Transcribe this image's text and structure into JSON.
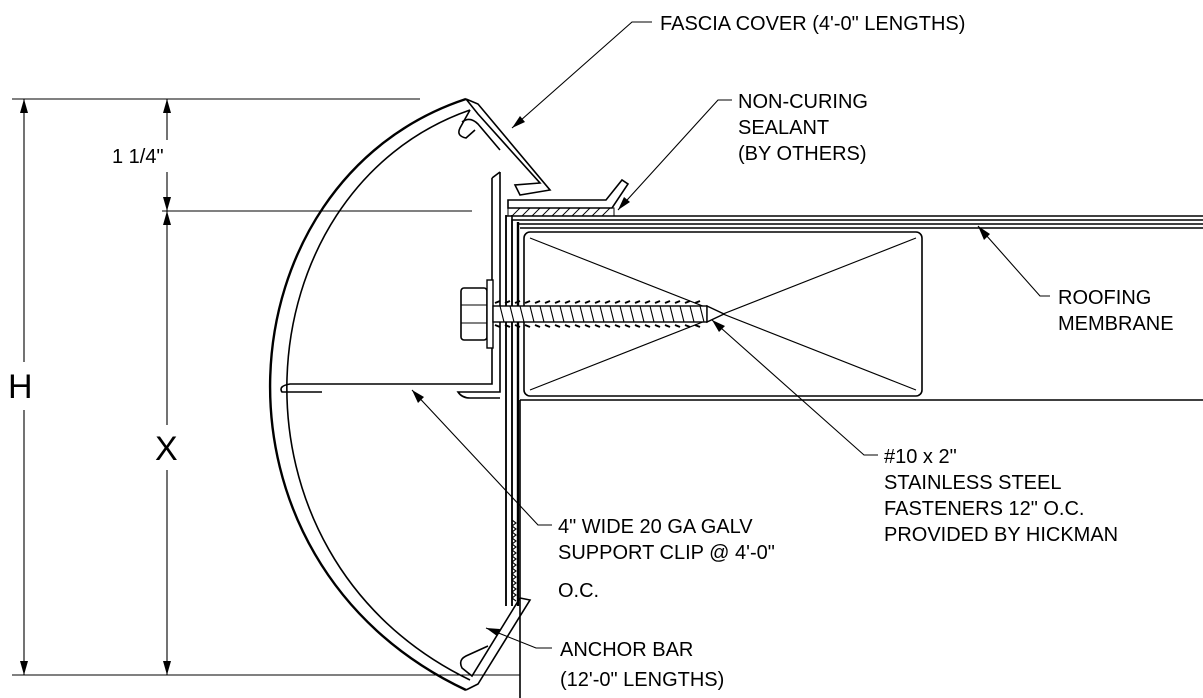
{
  "labels": {
    "fascia_cover": "FASCIA COVER (4'-0\" LENGTHS)",
    "sealant_line1": "NON-CURING",
    "sealant_line2": "SEALANT",
    "sealant_line3": "(BY OTHERS)",
    "membrane_line1": "ROOFING",
    "membrane_line2": "MEMBRANE",
    "fastener_line1": "#10 x 2\"",
    "fastener_line2": "STAINLESS STEEL",
    "fastener_line3": "FASTENERS 12\" O.C.",
    "fastener_line4": "PROVIDED BY HICKMAN",
    "clip_line1": "4\" WIDE 20 GA GALV",
    "clip_line2": "SUPPORT CLIP @ 4'-0\"",
    "clip_line3": "O.C.",
    "anchor_line1": "ANCHOR BAR",
    "anchor_line2": "(12'-0\" LENGTHS)"
  },
  "dimensions": {
    "top_offset": "1 1/4\"",
    "overall_height": "H",
    "clip_height": "X"
  }
}
